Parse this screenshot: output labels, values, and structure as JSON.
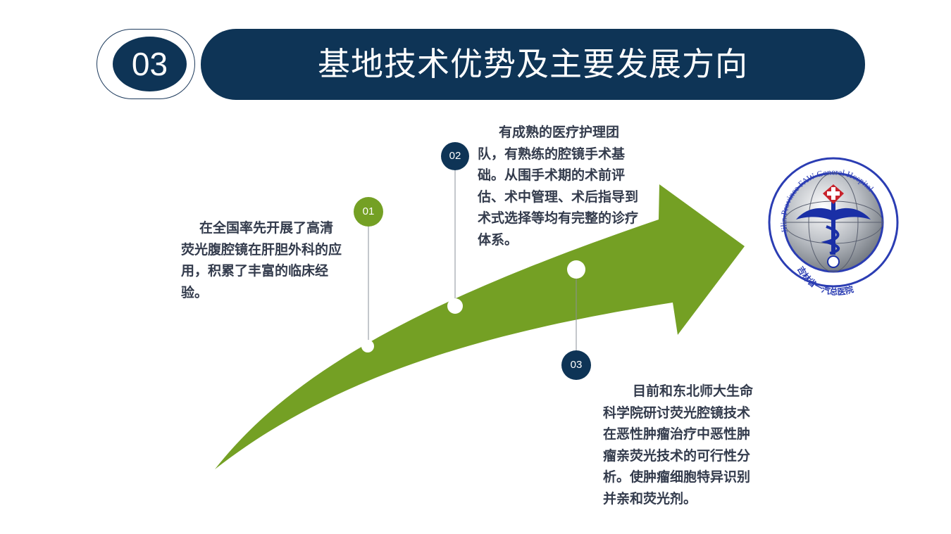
{
  "header": {
    "number": "03",
    "title": "基地技术优势及主要发展方向"
  },
  "steps": [
    {
      "label": "01",
      "text": "在全国率先开展了高清荧光腹腔镜在肝胆外科的应用，积累了丰富的临床经验。"
    },
    {
      "label": "02",
      "text": "有成熟的医疗护理团队，有熟练的腔镜手术基础。从围手术期的术前评估、术中管理、术后指导到术式选择等均有完整的诊疗体系。"
    },
    {
      "label": "03",
      "text": "目前和东北师大生命科学院研讨荧光腔镜技术在恶性肿瘤治疗中恶性肿瘤亲荧光技术的可行性分析。使肿瘤细胞特异识别并亲和荧光剂。"
    }
  ],
  "logo": {
    "ring_text_top": "Jilin Province FAW General Hospital",
    "ring_text_bottom": "吉林省一汽总医院"
  },
  "colors": {
    "navy": "#0e3456",
    "green": "#74a024",
    "text": "#333b4c"
  }
}
